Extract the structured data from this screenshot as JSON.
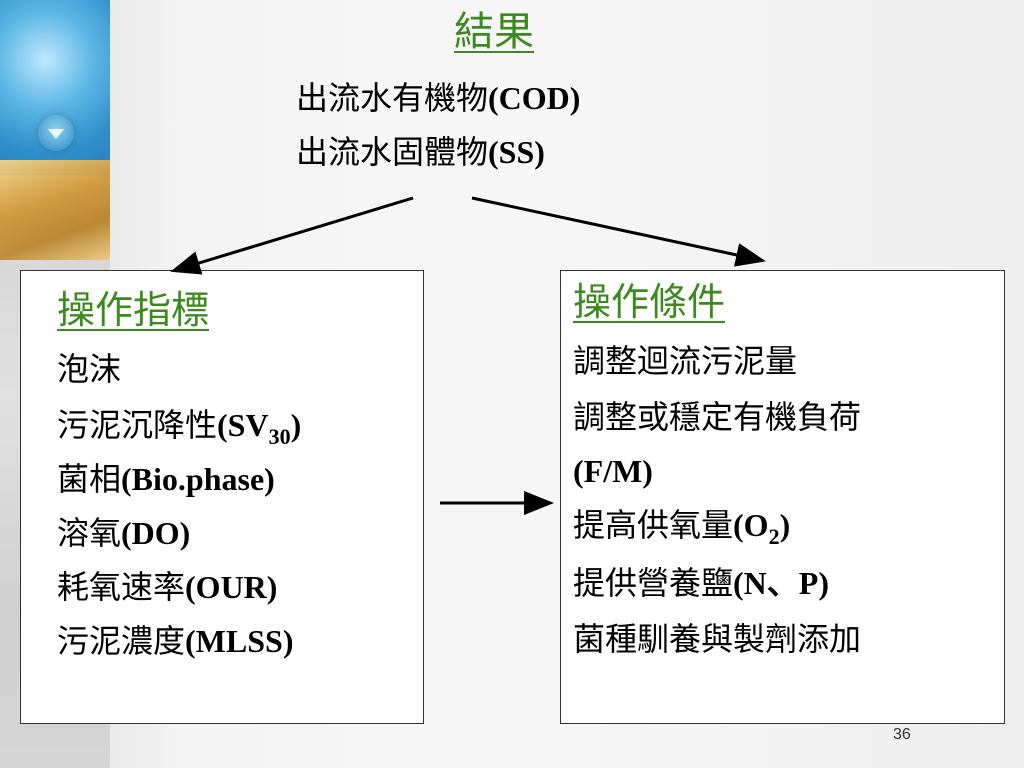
{
  "title": "結果",
  "results": [
    {
      "prefix": "出流水有機物",
      "suffix": "(COD)"
    },
    {
      "prefix": "出流水固體物",
      "suffix": "(SS)"
    }
  ],
  "left_box": {
    "heading": "操作指標",
    "items": [
      {
        "text": "泡沫",
        "latin": "",
        "sub": "",
        "latin_after": ""
      },
      {
        "text": "污泥沉降性",
        "latin": "(SV",
        "sub": "30",
        "latin_after": ")"
      },
      {
        "text": "菌相",
        "latin": "(Bio.phase)",
        "sub": "",
        "latin_after": ""
      },
      {
        "text": "溶氧",
        "latin": "(DO)",
        "sub": "",
        "latin_after": ""
      },
      {
        "text": "耗氧速率",
        "latin": "(OUR)",
        "sub": "",
        "latin_after": ""
      },
      {
        "text": "污泥濃度",
        "latin": "(MLSS)",
        "sub": "",
        "latin_after": ""
      }
    ]
  },
  "right_box": {
    "heading": "操作條件",
    "items": [
      {
        "text": "調整迴流污泥量",
        "latin": "",
        "sub": "",
        "latin_after": ""
      },
      {
        "text": "調整或穩定有機負荷",
        "latin": "",
        "sub": "",
        "latin_after": ""
      },
      {
        "text": "",
        "latin": "(F/M)",
        "sub": "",
        "latin_after": ""
      },
      {
        "text": "提高供氧量",
        "latin": "(O",
        "sub": "2",
        "latin_after": ")"
      },
      {
        "text": "提供營養鹽",
        "latin": "(N、P)",
        "sub": "",
        "latin_after": ""
      },
      {
        "text": "菌種馴養與製劑添加",
        "latin": "",
        "sub": "",
        "latin_after": ""
      }
    ]
  },
  "page_number": "36",
  "colors": {
    "heading_green": "#3c8a1e",
    "text": "#000000",
    "box_border": "#333333",
    "arrow": "#000000"
  }
}
